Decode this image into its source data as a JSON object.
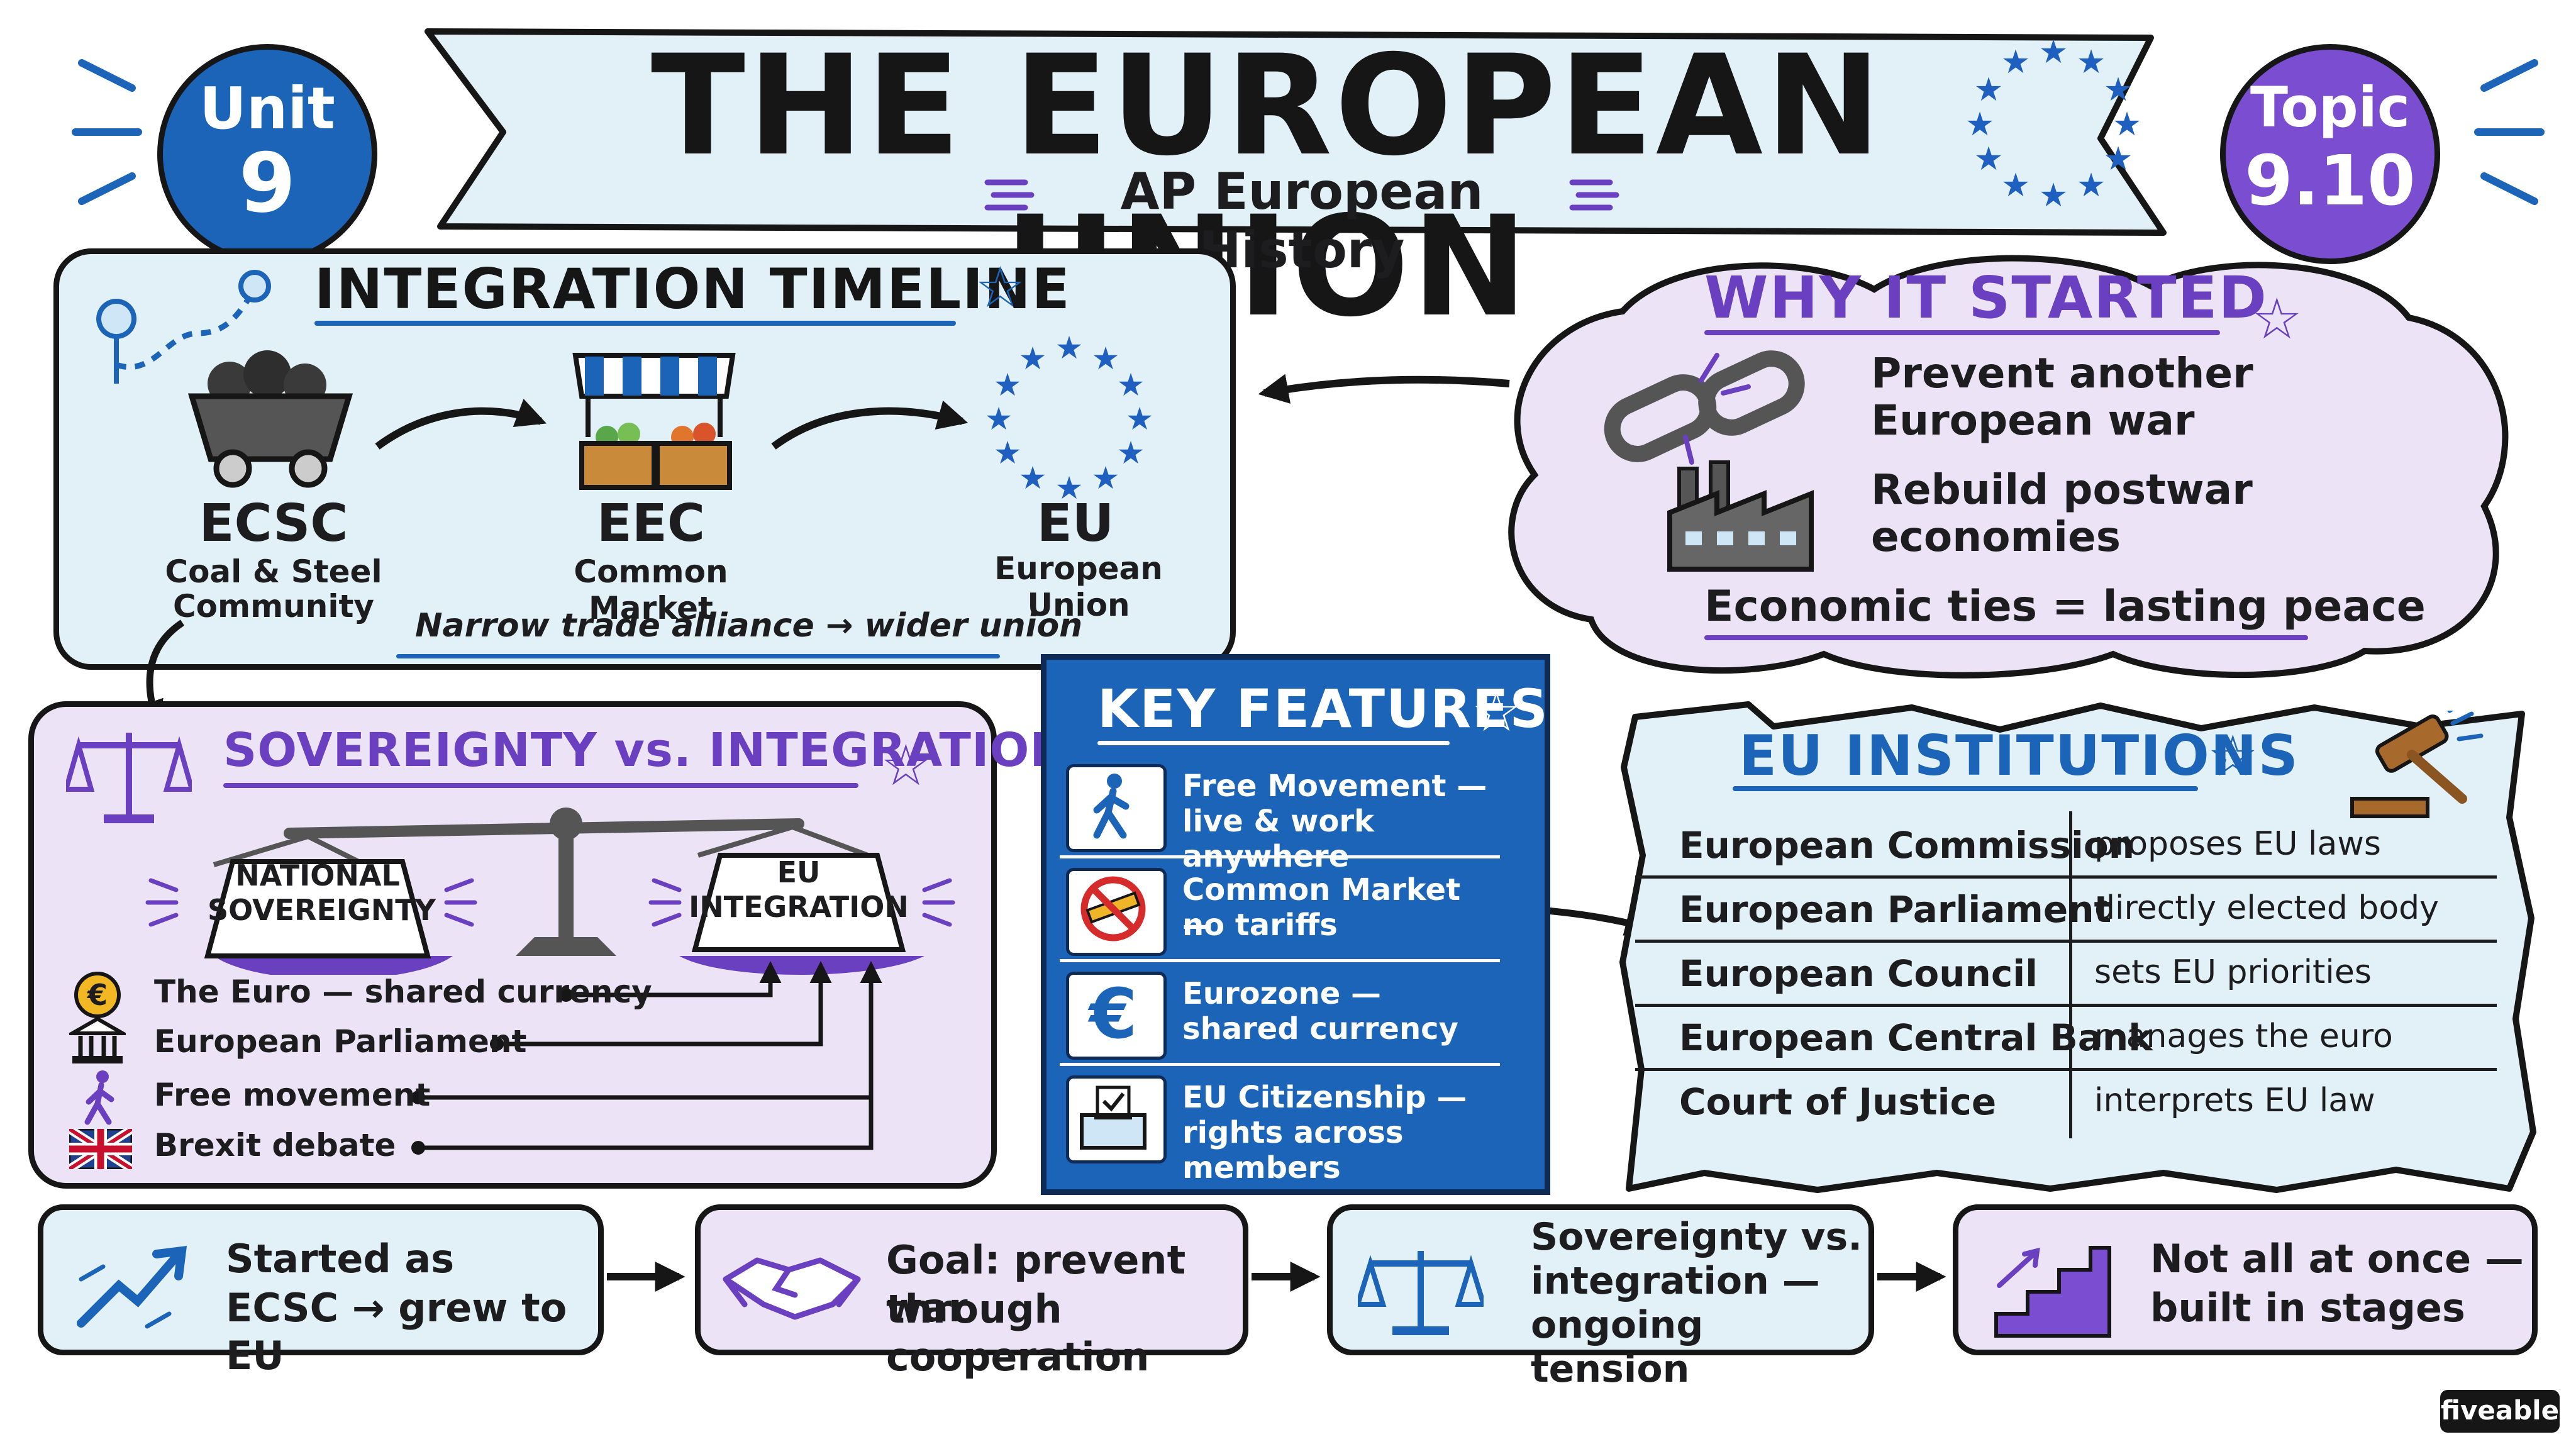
{
  "header": {
    "title": "THE EUROPEAN UNION",
    "subtitle": "AP European History",
    "unit_label": "Unit",
    "unit_number": "9",
    "topic_label": "Topic",
    "topic_number": "9.10"
  },
  "timeline": {
    "heading": "INTEGRATION TIMELINE",
    "stages": [
      {
        "abbr": "ECSC",
        "desc_line1": "Coal & Steel",
        "desc_line2": "Community"
      },
      {
        "abbr": "EEC",
        "desc_line1": "Common Market",
        "desc_line2": ""
      },
      {
        "abbr": "EU",
        "desc_line1": "European Union",
        "desc_line2": ""
      }
    ],
    "caption": "Narrow trade alliance → wider union"
  },
  "why": {
    "heading": "WHY IT STARTED",
    "reason1_line1": "Prevent another",
    "reason1_line2": "European war",
    "reason2_line1": "Rebuild postwar",
    "reason2_line2": "economies",
    "conclusion": "Economic ties = lasting peace"
  },
  "sovereignty": {
    "heading": "SOVEREIGNTY vs. INTEGRATION",
    "left_pan_line1": "NATIONAL",
    "left_pan_line2": "SOVEREIGNTY",
    "right_pan_line1": "EU",
    "right_pan_line2": "INTEGRATION",
    "items": [
      {
        "icon": "euro-coin-icon",
        "label": "The Euro — shared currency"
      },
      {
        "icon": "parliament-building-icon",
        "label": "European Parliament"
      },
      {
        "icon": "walking-person-icon",
        "label": "Free movement"
      },
      {
        "icon": "uk-flag-icon",
        "label": "Brexit debate"
      }
    ]
  },
  "features": {
    "heading": "KEY FEATURES",
    "items": [
      {
        "icon": "walking-person-icon",
        "line1": "Free Movement —",
        "line2": "live & work anywhere"
      },
      {
        "icon": "no-barrier-icon",
        "line1": "Common Market —",
        "line2": "no tariffs"
      },
      {
        "icon": "euro-icon",
        "line1": "Eurozone —",
        "line2": "shared currency"
      },
      {
        "icon": "ballot-box-icon",
        "line1": "EU Citizenship —",
        "line2": "rights across members"
      }
    ],
    "euro_symbol": "€"
  },
  "institutions": {
    "heading": "EU INSTITUTIONS",
    "rows": [
      {
        "name": "European Commission",
        "role": "proposes EU laws"
      },
      {
        "name": "European Parliament",
        "role": "directly elected body"
      },
      {
        "name": "European Council",
        "role": "sets EU priorities"
      },
      {
        "name": "European Central Bank",
        "role": "manages the euro"
      },
      {
        "name": "Court of Justice",
        "role": "interprets EU law"
      }
    ]
  },
  "summary": {
    "items": [
      {
        "line1": "Started as",
        "line2": "ECSC → grew to EU",
        "line3": ""
      },
      {
        "line1": "Goal: prevent war",
        "line2": "through cooperation",
        "line3": ""
      },
      {
        "line1": "Sovereignty vs.",
        "line2": "integration —",
        "line3": "ongoing tension"
      },
      {
        "line1": "Not all at once —",
        "line2": "built in stages",
        "line3": ""
      }
    ]
  },
  "brand": "fiveable",
  "colors": {
    "eu_blue": "#1b64b8",
    "purple": "#6a3fc0",
    "light_blue": "#e2f1f7",
    "lavender": "#ece4f6",
    "star_blue": "#1f5fbf"
  }
}
